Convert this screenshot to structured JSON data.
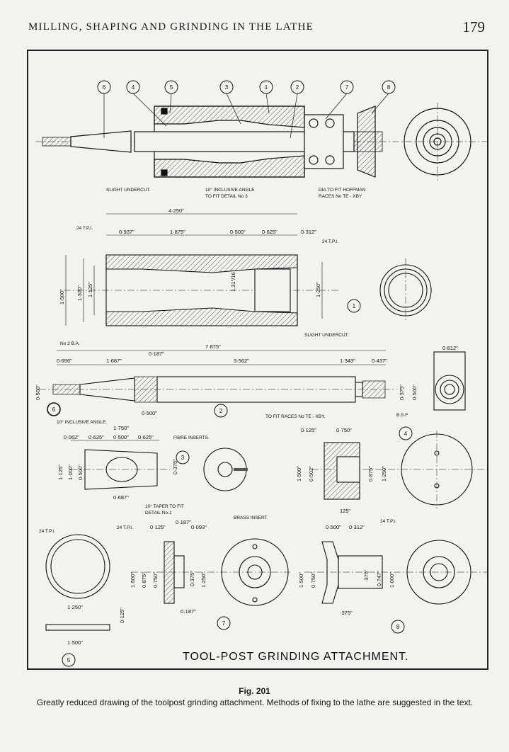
{
  "header": {
    "running_title": "MILLING, SHAPING AND GRINDING IN THE LATHE",
    "page_number": "179"
  },
  "drawing": {
    "title": "TOOL-POST GRINDING ATTACHMENT.",
    "balloons": [
      "6",
      "4",
      "5",
      "3",
      "1",
      "2",
      "7",
      "8"
    ],
    "detail_numbers": {
      "d1": "1",
      "d2": "2",
      "d3": "3",
      "d4": "4",
      "d5": "5",
      "d6": "6",
      "d7": "7",
      "d8": "8"
    },
    "notes": {
      "slight_undercut": "SLIGHT UNDERCUT.",
      "inclusive_angle_1": "10° INCLUSIVE ANGLE",
      "inclusive_angle_2": "TO FIT DETAIL No 3",
      "dia_fit_1": "DIA TO FIT HOFFMAN",
      "dia_fit_2": "RACES No TE - XBY",
      "slight_undercut_2": "SLIGHT UNDERCUT.",
      "no2ba": "No 2 B.A.",
      "inclusive_angle_shaft": "10° INCLUSIVE ANGLE.",
      "fit_races": "TO FIT RACES No TE - XBY.",
      "bsf": "B.S.F",
      "fibre_inserts": "FIBRE INSERTS.",
      "brass_insert": "BRASS INSERT.",
      "taper_fit_1": "10° TAPER TO FIT",
      "taper_fit_2": "DETAIL No.1",
      "tpi_a": "24 T.P.I.",
      "tpi_b": "24 T.P.I.",
      "tpi_c": "24 T.P.I.",
      "tpi_d": "24 T.P.I.",
      "tpi_e": "24 T.P.I."
    },
    "dims": {
      "d1_overall": "4·250\"",
      "d1_a": "0·937\"",
      "d1_b": "1·875\"",
      "d1_c": "0·500\"",
      "d1_d": "0·625\"",
      "d1_e": "0·312\"",
      "d1_dia_outer": "1·500\"",
      "d1_dia_a": "1·320\"",
      "d1_dia_b": "1·125\"",
      "d1_dia_c": "1·250\"",
      "d1_dia_d": "1.31″/16",
      "d2_overall": "7·875\"",
      "d2_a": "0·656\"",
      "d2_b": "1·687\"",
      "d2_c": "0·187\"",
      "d2_d": "3·562\"",
      "d2_e": "1·343\"",
      "d2_f": "0·437\"",
      "d2_g": "0·500\"",
      "d2_h": "0·500\"",
      "d2_i": "0·375\"",
      "d2_j": "0·500\"",
      "d2_k": "0·812\"",
      "d3_a": "1·750\"",
      "d3_b": "0·062\"",
      "d3_c": "0·625\"",
      "d3_d": "0·500\"",
      "d3_e": "0·625\"",
      "d3_f": "1·125\"",
      "d3_g": "1·000\"",
      "d3_h": "0·500\"",
      "d3_i": "0·375\"",
      "d3_j": "0·687\"",
      "d4_a": "0·125\"",
      "d4_b": "0·750\"",
      "d4_c": "1·500\"",
      "d4_d": "0·502\"",
      "d4_e": "0·875\"",
      "d4_f": "1·250\"",
      "d4_g": "125\"",
      "d5_a": "1·250\"",
      "d5_b": "0·125\"",
      "d5_c": "1·500\"",
      "d7_a": "0·125\"",
      "d7_b": "0·187\"",
      "d7_c": "0·093\"",
      "d7_d": "1·500\"",
      "d7_e": "0·875\"",
      "d7_f": "0·750\"",
      "d7_g": "0·375\"",
      "d7_h": "1·250\"",
      "d7_i": "0·187\"",
      "d8_a": "0·500\"",
      "d8_b": "0·312\"",
      "d8_c": "1·500\"",
      "d8_d": "0·750\"",
      "d8_e": "·375\"",
      "d8_f": "0·747\"",
      "d8_g": "1·000\"",
      "d8_h": "·375\""
    }
  },
  "figure": {
    "number": "Fig. 201",
    "caption": "Greatly reduced drawing of the toolpost grinding attachment.  Methods of fixing to the lathe are suggested in the text."
  }
}
